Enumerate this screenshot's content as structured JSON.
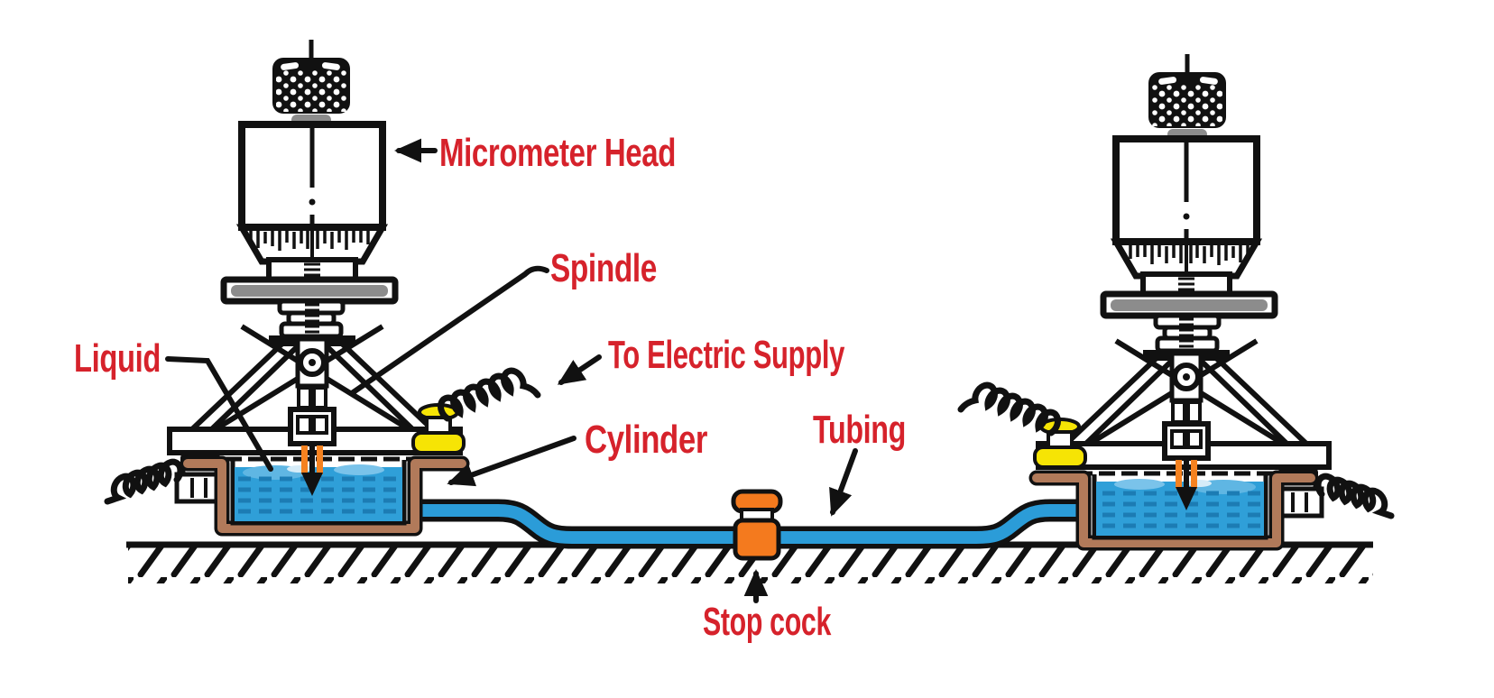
{
  "diagram": {
    "labels": {
      "micrometer_head": "Micrometer Head",
      "spindle": "Spindle",
      "to_electric_supply": "To Electric Supply",
      "liquid": "Liquid",
      "cylinder": "Cylinder",
      "tubing": "Tubing",
      "stop_cock": "Stop cock"
    },
    "colors": {
      "label_red": "#d6222b",
      "ink_black": "#111111",
      "liquid_blue": "#2f9fd8",
      "liquid_dash_blue": "#1c7cb4",
      "tube_blue": "#2b9cd8",
      "cylinder_brown": "#b17a5a",
      "connector_yellow": "#f6e405",
      "spindle_orange": "#f58220",
      "stopcock_orange": "#f47a1e",
      "metal_gray": "#8c8c8c",
      "background_white": "#ffffff"
    }
  }
}
